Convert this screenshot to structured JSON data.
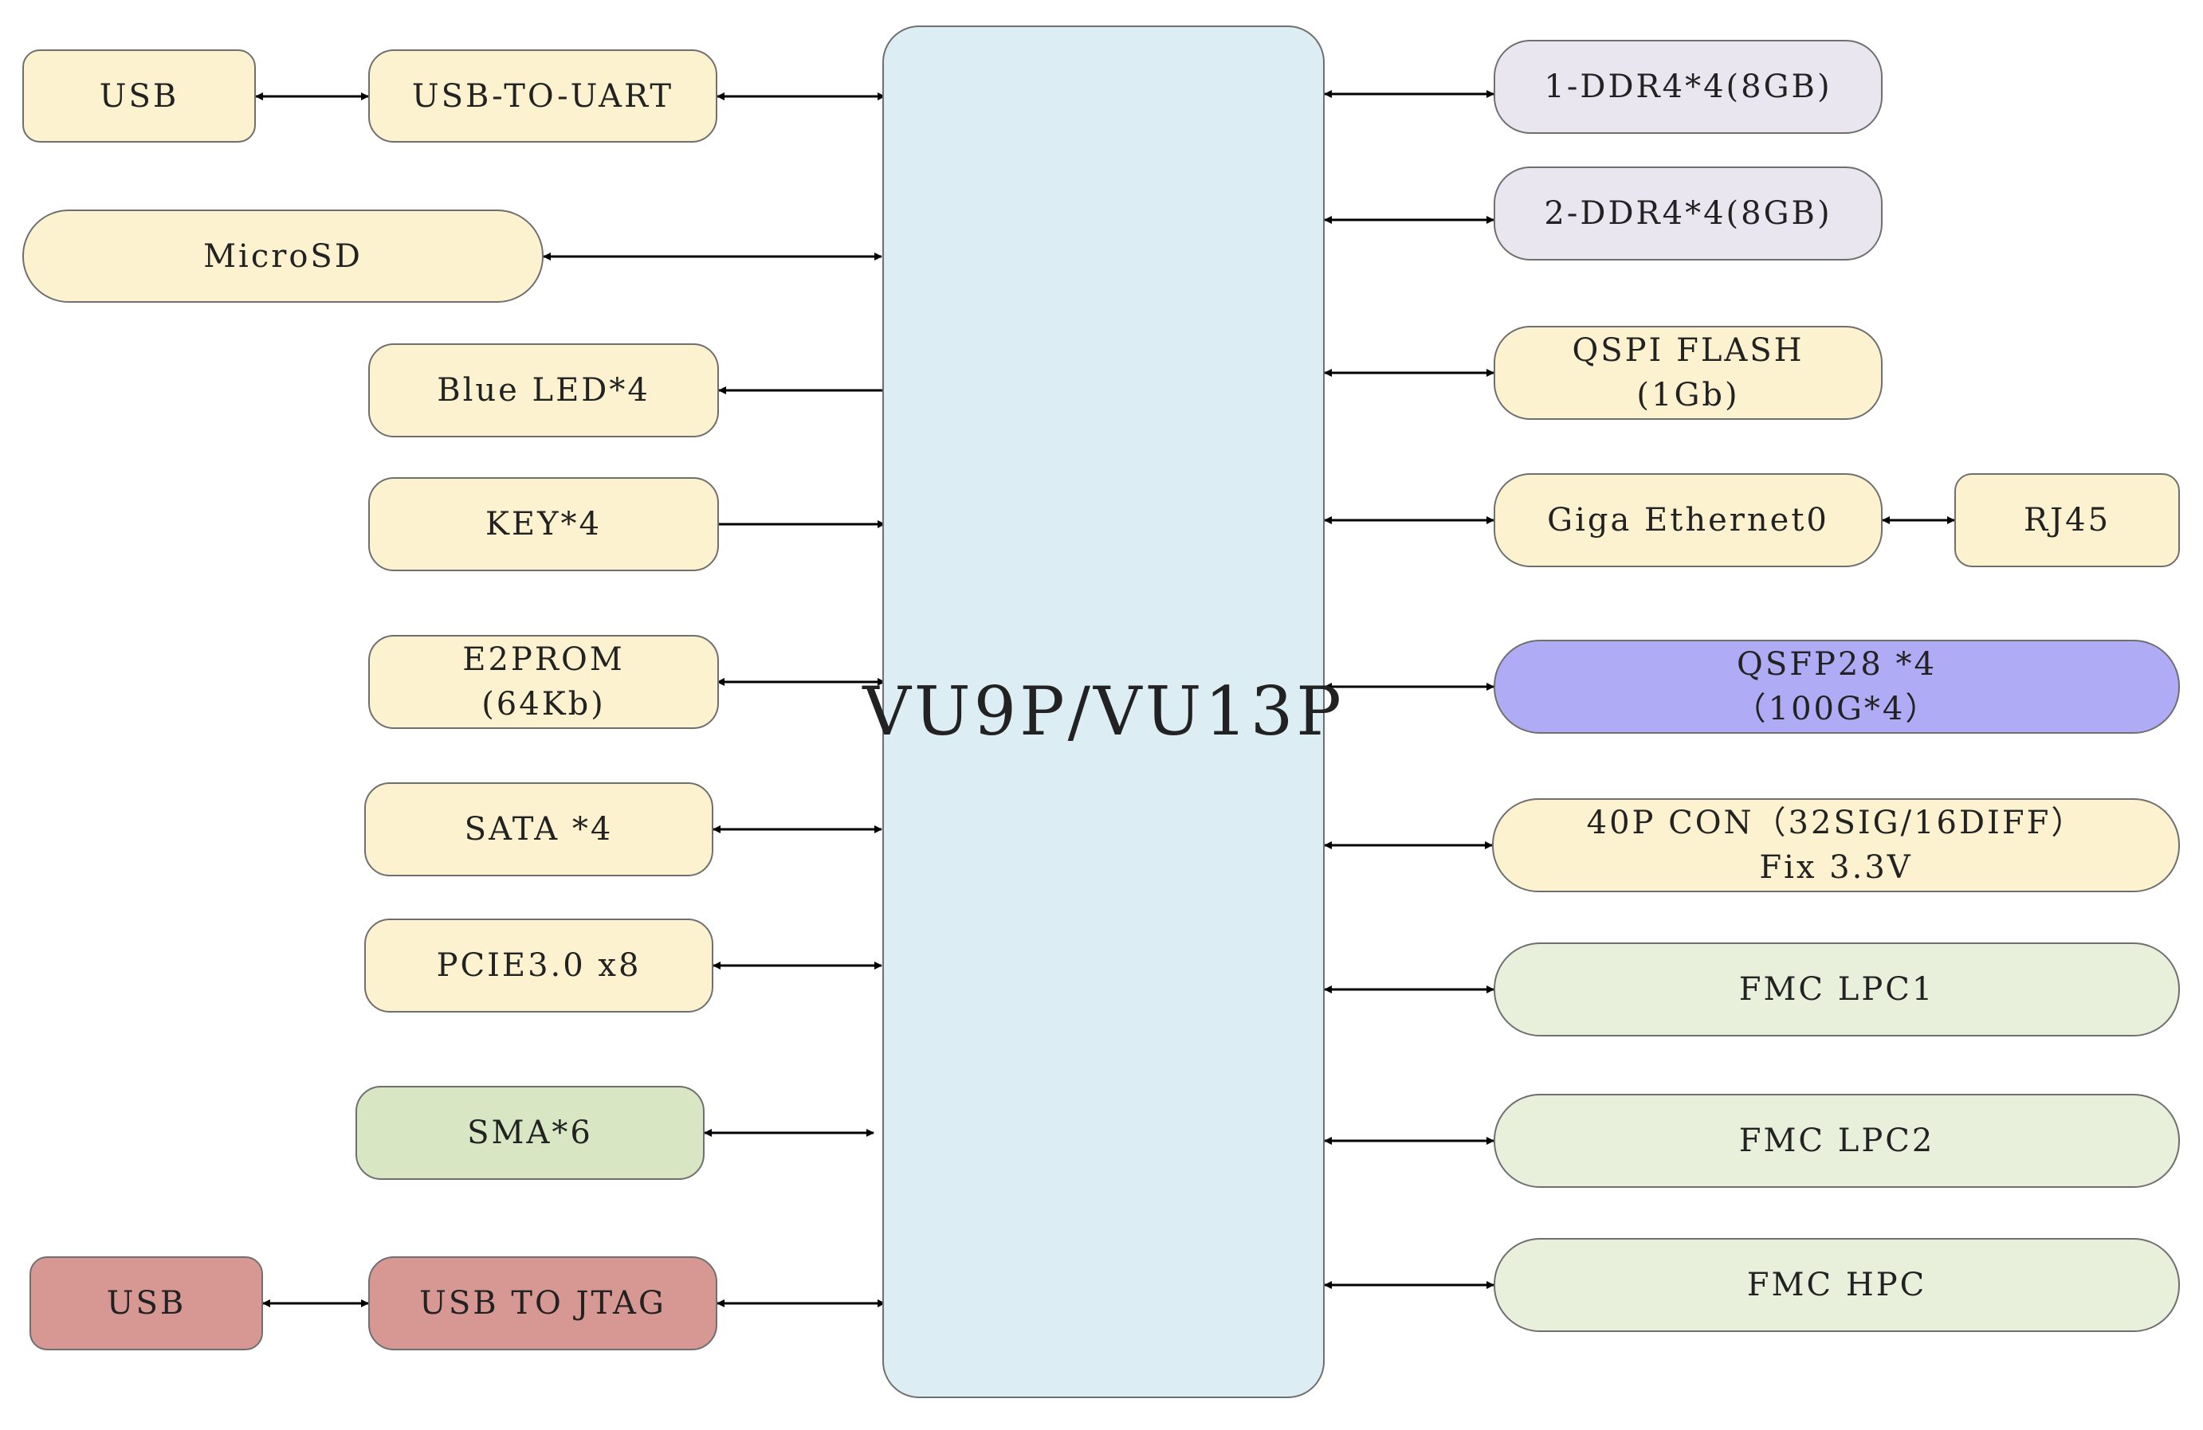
{
  "fpga": {
    "label": "VU9P/VU13P"
  },
  "left": {
    "usb": "USB",
    "usb_to_uart": "USB-TO-UART",
    "microsd": "MicroSD",
    "blue_led": "Blue LED*4",
    "key": "KEY*4",
    "e2prom_line1": "E2PROM",
    "e2prom_line2": "(64Kb)",
    "sata": "SATA *4",
    "pcie": "PCIE3.0 x8",
    "sma": "SMA*6",
    "usb_jtag_host": "USB",
    "usb_to_jtag": "USB TO JTAG"
  },
  "right": {
    "ddr1": "1-DDR4*4(8GB)",
    "ddr2": "2-DDR4*4(8GB)",
    "qspi_line1": "QSPI FLASH",
    "qspi_line2": "(1Gb)",
    "ethernet": "Giga Ethernet0",
    "rj45": "RJ45",
    "qsfp_line1": "QSFP28 *4",
    "qsfp_line2": "（100G*4）",
    "con_line1": "40P CON（32SIG/16DIFF）",
    "con_line2": "Fix 3.3V",
    "fmc_lpc1": "FMC LPC1",
    "fmc_lpc2": "FMC LPC2",
    "fmc_hpc": "FMC HPC"
  },
  "colors": {
    "peripheral": "#fdf2cf",
    "memory": "#e9e6f0",
    "transceiver": "#b0abf5",
    "fmc": "#e8f0db",
    "sma": "#d8e6c4",
    "jtag": "#d79894",
    "fpga": "#dceef3",
    "border": "#6f6f6f",
    "arrow": "#000000"
  }
}
